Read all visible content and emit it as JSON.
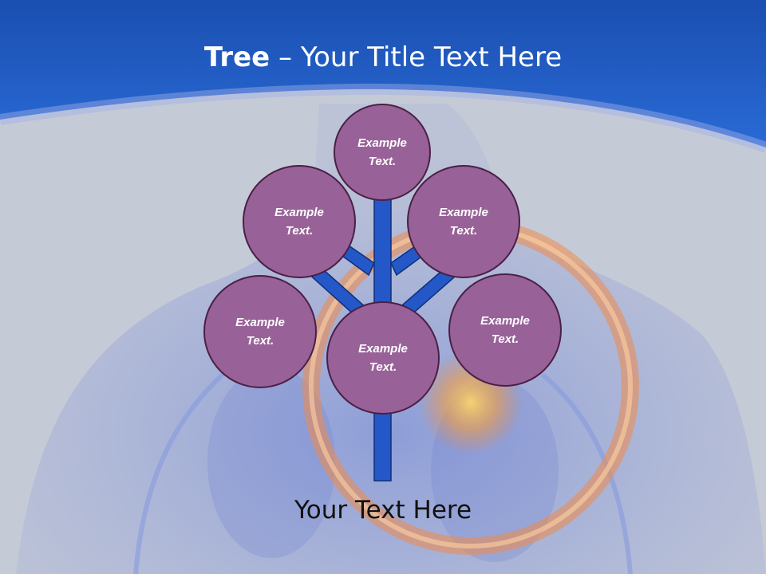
{
  "slide": {
    "title_bold": "Tree",
    "title_sep": " – ",
    "title_rest": "Your Title Text Here",
    "footer": "Your Text Here"
  },
  "nodes": [
    {
      "id": "top",
      "line1": "Example",
      "line2": "Text."
    },
    {
      "id": "upper-left",
      "line1": "Example",
      "line2": "Text."
    },
    {
      "id": "upper-right",
      "line1": "Example",
      "line2": "Text."
    },
    {
      "id": "lower-left",
      "line1": "Example",
      "line2": "Text."
    },
    {
      "id": "center",
      "line1": "Example",
      "line2": "Text."
    },
    {
      "id": "lower-right",
      "line1": "Example",
      "line2": "Text."
    }
  ],
  "colors": {
    "header_blue": "#1f5fc4",
    "branch_blue": "#2458c8",
    "node_fill": "#986298",
    "node_border": "#4a2046",
    "ring_orange": "#f08a4a"
  }
}
